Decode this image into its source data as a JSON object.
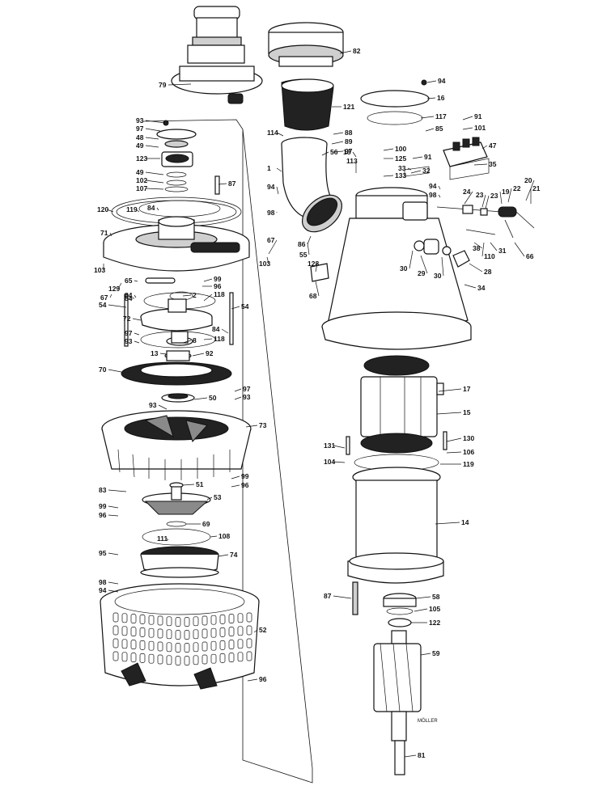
{
  "diagram": {
    "signature": "MÖLLER",
    "labels": [
      "79",
      "82",
      "121",
      "16",
      "94",
      "117",
      "85",
      "91",
      "101",
      "93",
      "97",
      "48",
      "49",
      "123",
      "49",
      "102",
      "107",
      "87",
      "120",
      "119",
      "84",
      "71",
      "114",
      "88",
      "89",
      "97",
      "100",
      "125",
      "133",
      "18",
      "56",
      "113",
      "1",
      "94",
      "98",
      "91",
      "33",
      "32",
      "47",
      "35",
      "24",
      "23",
      "22",
      "20",
      "19",
      "21",
      "55",
      "86",
      "128",
      "67",
      "103",
      "94",
      "98",
      "23",
      "66",
      "110",
      "38",
      "31",
      "30",
      "29",
      "30",
      "28",
      "34",
      "68",
      "103",
      "129",
      "65",
      "67",
      "54",
      "99",
      "96",
      "2",
      "118",
      "84",
      "72",
      "97",
      "93",
      "84",
      "8",
      "118",
      "13",
      "92",
      "54",
      "84",
      "70",
      "97",
      "93",
      "50",
      "93",
      "73",
      "17",
      "15",
      "131",
      "104",
      "130",
      "106",
      "119",
      "51",
      "99",
      "96",
      "53",
      "83",
      "99",
      "96",
      "69",
      "111",
      "108",
      "95",
      "74",
      "14",
      "87",
      "58",
      "105",
      "122",
      "98",
      "94",
      "52",
      "59",
      "96",
      "81"
    ]
  }
}
